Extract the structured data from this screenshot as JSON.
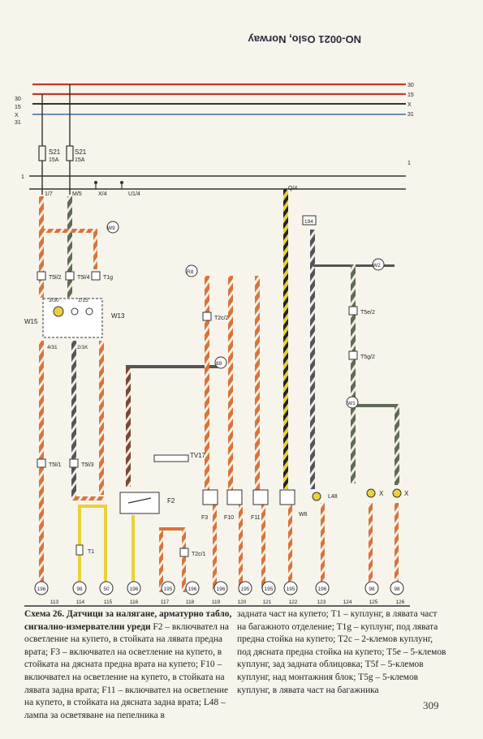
{
  "stamp": {
    "line1": "NO-0021 Oslo, Norway",
    "line2": ""
  },
  "bus_labels": [
    "30",
    "15",
    "X",
    "31",
    "1"
  ],
  "fuses": [
    {
      "name": "S21",
      "rating": "15A"
    },
    {
      "name": "S21",
      "rating": "15A"
    }
  ],
  "connectors": [
    "1/7",
    "M/5",
    "X/4",
    "U1/4",
    "Q/4"
  ],
  "terminals": [
    "T5l/2",
    "T5l/4",
    "T1g",
    "T5l/1",
    "T5l/3",
    "T2c/2",
    "T2c/1",
    "T5e/2",
    "T5g/2"
  ],
  "nodes": [
    "W9",
    "R8",
    "89",
    "W2",
    "W1",
    "194"
  ],
  "pins": [
    "3/30",
    "1/15",
    "4/31",
    "2/1K"
  ],
  "components": {
    "w15": "W15",
    "w13": "W13",
    "f2": "F2",
    "tv17": "TV17",
    "t1": "T1",
    "f3": "F3",
    "f10": "F10",
    "f11": "F11",
    "w6": "W6",
    "l48": "L48",
    "x1": "X",
    "x2": "X"
  },
  "ground_numbers": [
    "196",
    "98",
    "50",
    "196",
    "195",
    "196",
    "196",
    "195",
    "195",
    "195",
    "196",
    "98",
    "98"
  ],
  "track_numbers": [
    "113",
    "114",
    "115",
    "116",
    "117",
    "118",
    "119",
    "120",
    "121",
    "122",
    "123",
    "124",
    "125",
    "126"
  ],
  "caption": {
    "title": "Схема 26. Датчици за налягане, арматурно табло, сигнално-измервателни уреди",
    "left": "F2 – включвател на осветление на купето, в стойката на лявата предна врата; F3 – включвател на осветление на купето, в стойката на дясната предна врата на купето; F10 – включвател на осветление на купето, в стойката на лявата задна врата; F11 – включвател на осветление на купето, в стойката на дясната задна врата; L48 – лампа за осветяване на пепелника в",
    "right": "задната част на купето; T1 – куплунг, в лявата част на багажното отделение; T1g – куплунг, под лявата предна стойка на купето; T2c – 2-клемов куплунг, под дясната предна стойка на купето; T5e – 5-клемов куплунг, зад задната облицовка; T5f – 5-клемов куплунг, над монтажния блок; T5g – 5-клемов куплунг, в лявата част на багажника"
  },
  "page_number": "309"
}
